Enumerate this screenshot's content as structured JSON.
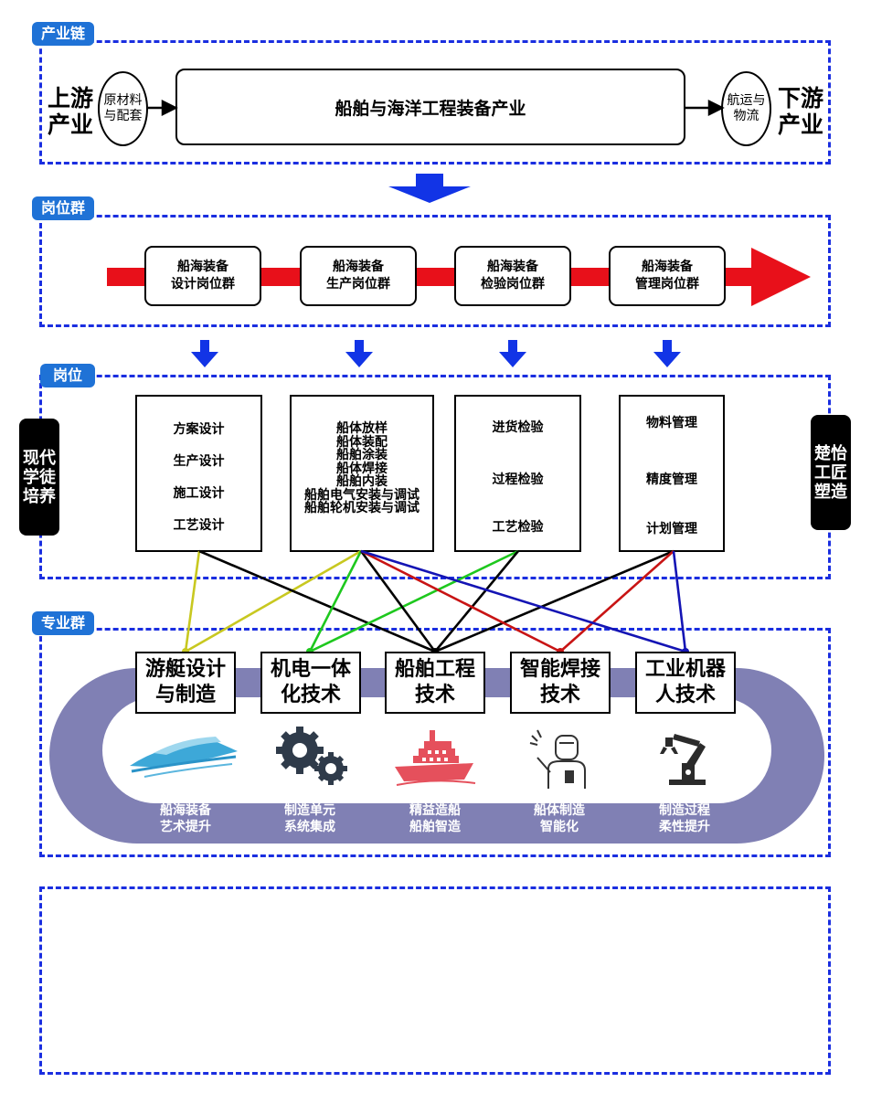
{
  "sections": {
    "industry_chain": "产业链",
    "job_group": "岗位群",
    "jobs": "岗位",
    "major_group": "专业群"
  },
  "chain": {
    "upstream": [
      "上游",
      "产业"
    ],
    "downstream": [
      "下游",
      "产业"
    ],
    "input": [
      "原材料",
      "与配套"
    ],
    "output": [
      "航运与",
      "物流"
    ],
    "industry": "船舶与海洋工程装备产业"
  },
  "job_groups": [
    [
      "船海装备",
      "设计岗位群"
    ],
    [
      "船海装备",
      "生产岗位群"
    ],
    [
      "船海装备",
      "检验岗位群"
    ],
    [
      "船海装备",
      "管理岗位群"
    ]
  ],
  "jobs": {
    "design": [
      "方案设计",
      "生产设计",
      "施工设计",
      "工艺设计"
    ],
    "production": [
      "船体放样",
      "船体装配",
      "船舶涂装",
      "船体焊接",
      "船舶内装",
      "船舶电气安装与调试",
      "船舶轮机安装与调试"
    ],
    "inspection": [
      "进货检验",
      "过程检验",
      "工艺检验"
    ],
    "management": [
      "物料管理",
      "精度管理",
      "计划管理"
    ]
  },
  "side_labels": {
    "left": [
      "现代",
      "学徒",
      "培养"
    ],
    "right": [
      "楚怡",
      "工匠",
      "塑造"
    ]
  },
  "majors": [
    [
      "游艇设计",
      "与制造"
    ],
    [
      "机电一体",
      "化技术"
    ],
    [
      "船舶工程",
      "技术"
    ],
    [
      "智能焊接",
      "技术"
    ],
    [
      "工业机器",
      "人技术"
    ]
  ],
  "outcomes": [
    [
      "船海装备",
      "艺术提升"
    ],
    [
      "制造单元",
      "系统集成"
    ],
    [
      "精益造船",
      "船舶智造"
    ],
    [
      "船体制造",
      "智能化"
    ],
    [
      "制造过程",
      "柔性提升"
    ]
  ],
  "icons": [
    "yacht-icon",
    "gears-icon",
    "ship-icon",
    "welder-icon",
    "robot-arm-icon"
  ],
  "colors": {
    "dashed_border": "#1a2ee0",
    "tag_bg": "#1f72d6",
    "arrow_red": "#e8101a",
    "arrow_blue": "#1234e6",
    "track": "#8080b4",
    "line_yellow": "#c8c820",
    "line_green": "#1ec81e",
    "line_black": "#000000",
    "line_red": "#c81414",
    "line_blue": "#1414b4"
  }
}
